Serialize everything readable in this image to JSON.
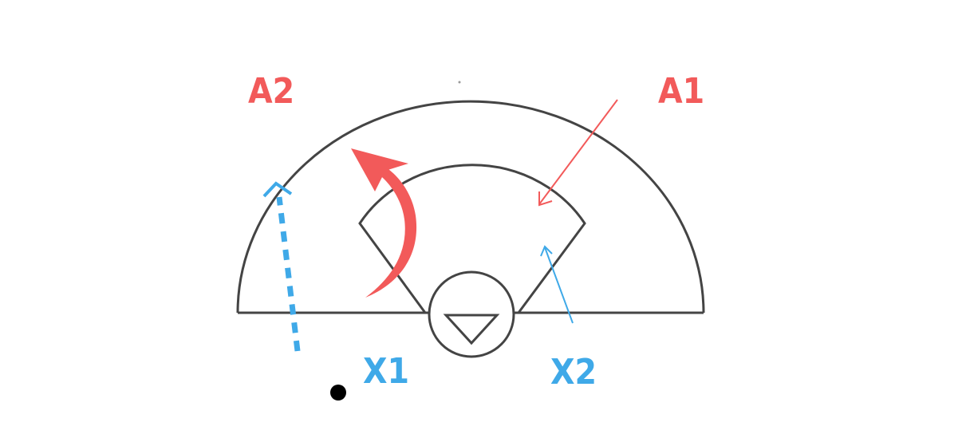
{
  "labels": {
    "a2": "A2",
    "a1": "A1",
    "x1": "X1",
    "x2": "X2"
  },
  "colors": {
    "red": "#f25a5a",
    "blue": "#3fa9e8",
    "line": "#444444",
    "dot": "#000000",
    "background": "#ffffff"
  }
}
